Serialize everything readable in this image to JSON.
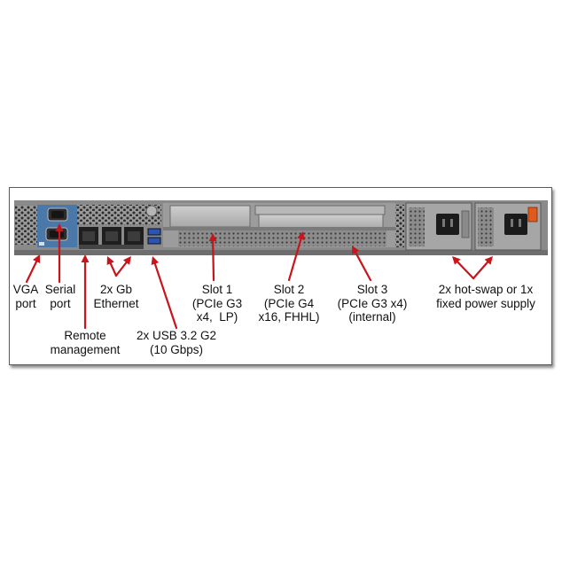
{
  "colors": {
    "arrow": "#c8141b",
    "chassis": "#8a8a8a",
    "vga_panel": "#4a78a8",
    "psu_handle": "#e05a1c"
  },
  "labels": {
    "vga": "VGA\nport",
    "serial": "Serial\nport",
    "ethernet": "2x Gb\nEthernet",
    "remote": "Remote\nmanagement",
    "usb": "2x USB 3.2 G2\n(10 Gbps)",
    "slot1": "Slot 1\n(PCIe G3\nx4,  LP)",
    "slot2": "Slot 2\n(PCIe G4\nx16, FHHL)",
    "slot3": "Slot 3\n(PCIe G3 x4)\n(internal)",
    "psu": "2x hot-swap or 1x\nfixed power supply"
  }
}
